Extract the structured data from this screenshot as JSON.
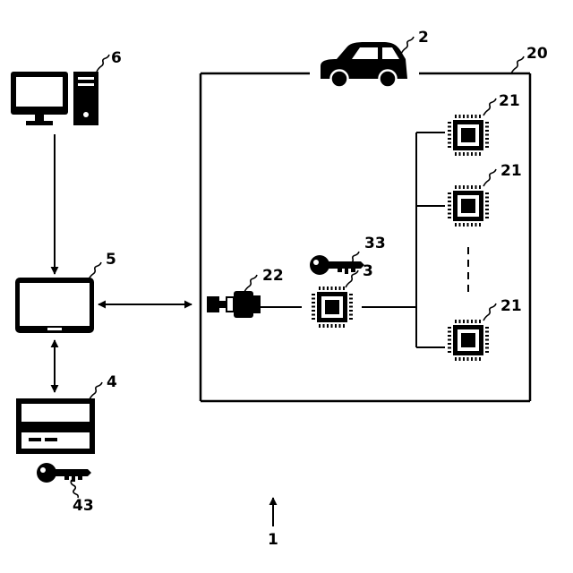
{
  "labels": {
    "system": "1",
    "vehicle": "2",
    "gateway_ecu": "3",
    "card": "4",
    "tablet": "5",
    "computer": "6",
    "vehicle_network": "20",
    "ecu": "21",
    "connector": "22",
    "gateway_key": "33",
    "card_key": "43"
  },
  "colors": {
    "ink": "#000000",
    "background": "#ffffff"
  },
  "icons": {
    "computer": "desktop-computer-icon",
    "tablet": "tablet-icon",
    "card": "card-icon",
    "vehicle": "car-icon",
    "connector": "connector-plug-icon",
    "chip": "chip-icon",
    "key": "key-icon"
  }
}
